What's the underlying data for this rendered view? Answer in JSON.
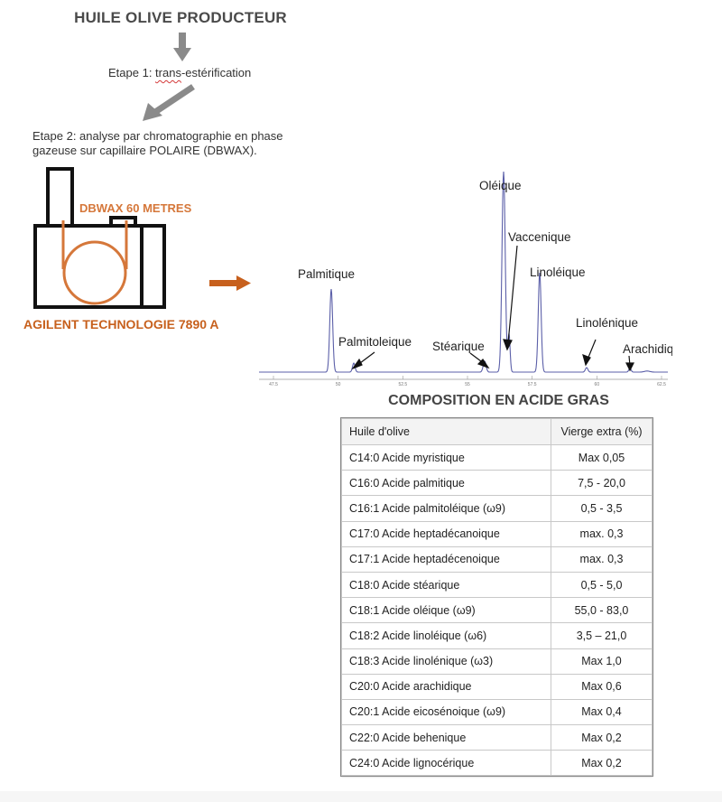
{
  "title": "HUILE OLIVE PRODUCTEUR",
  "step1": {
    "prefix": "Etape 1: ",
    "underlined": "trans",
    "suffix": "-estérification"
  },
  "step2": {
    "line1": "Etape 2: analyse par chromatographie en phase",
    "line2": "gazeuse sur capillaire POLAIRE (DBWAX)."
  },
  "instrument": {
    "column_label": "DBWAX 60 METRES",
    "model_label": "AGILENT TECHNOLOGIE 7890 A",
    "color": "#d5773a"
  },
  "chromatogram": {
    "peaks": [
      {
        "name": "Palmitique"
      },
      {
        "name": "Palmitoleique"
      },
      {
        "name": "Stéarique"
      },
      {
        "name": "Oléique"
      },
      {
        "name": "Vaccenique"
      },
      {
        "name": "Linoléique"
      },
      {
        "name": "Linolénique"
      },
      {
        "name": "Arachidique"
      }
    ],
    "axis_ticks": [
      "47.5",
      "50",
      "52.5",
      "55",
      "57.5",
      "60",
      "62.5"
    ],
    "line_color": "#5b5fa8"
  },
  "table": {
    "title": "COMPOSITION EN ACIDE GRAS",
    "headers": [
      "Huile d'olive",
      "Vierge extra (%)"
    ],
    "rows": [
      [
        "C14:0 Acide myristique",
        "Max 0,05"
      ],
      [
        "C16:0 Acide palmitique",
        "7,5 - 20,0"
      ],
      [
        "C16:1 Acide palmitoléique (ω9)",
        "0,5 - 3,5"
      ],
      [
        "C17:0 Acide heptadécanoique",
        "max. 0,3"
      ],
      [
        "C17:1 Acide heptadécenoique",
        "max. 0,3"
      ],
      [
        "C18:0 Acide stéarique",
        "0,5 - 5,0"
      ],
      [
        "C18:1 Acide oléique (ω9)",
        "55,0 - 83,0"
      ],
      [
        "C18:2 Acide linoléique (ω6)",
        "3,5 – 21,0"
      ],
      [
        "C18:3 Acide linolénique (ω3)",
        "Max 1,0"
      ],
      [
        "C20:0 Acide arachidique",
        "Max 0,6"
      ],
      [
        "C20:1 Acide eicosénoique (ω9)",
        "Max 0,4"
      ],
      [
        "C22:0 Acide behenique",
        "Max 0,2"
      ],
      [
        "C24:0 Acide lignocérique",
        "Max 0,2"
      ]
    ]
  }
}
